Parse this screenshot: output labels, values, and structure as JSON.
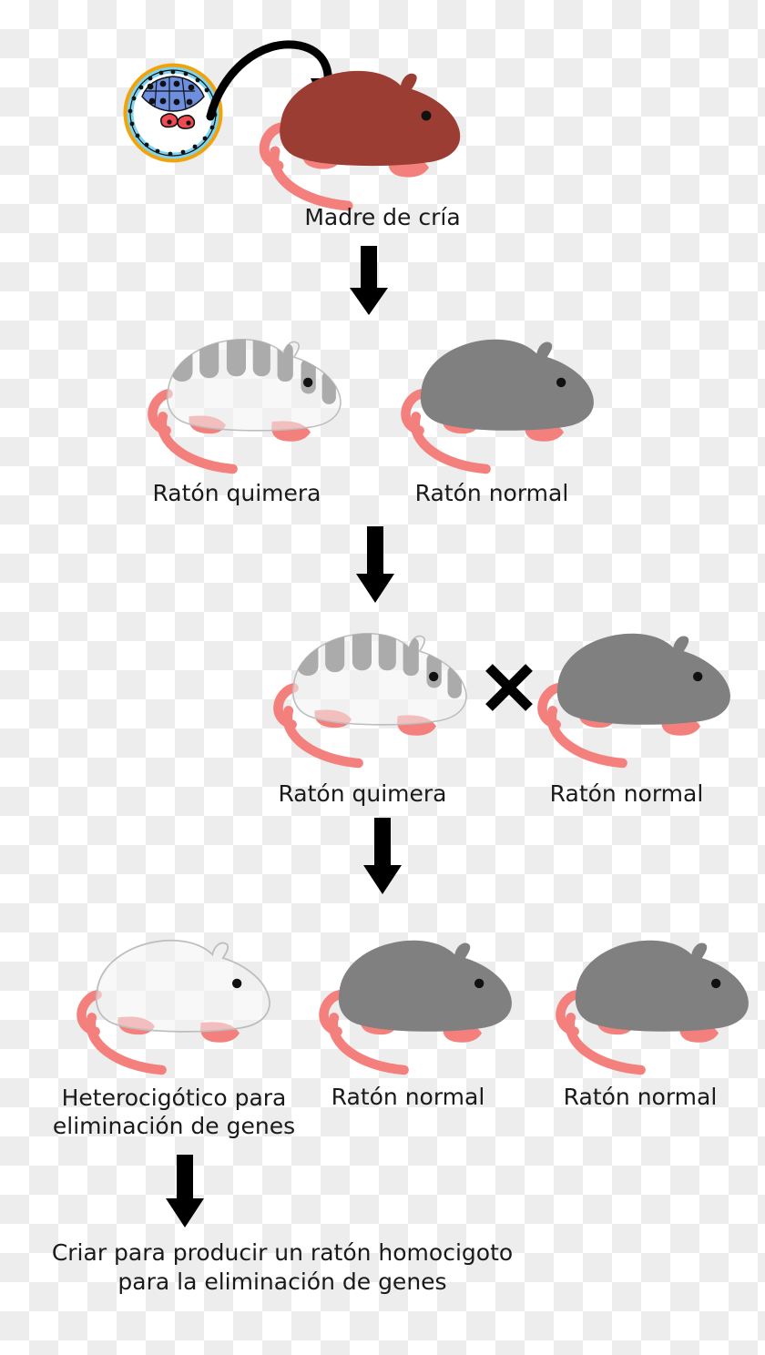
{
  "diagram": {
    "title_text_language": "es",
    "steps": [
      {
        "id": "injection",
        "label": "Madre de cría",
        "icons": [
          "blastocyst-icon",
          "curved-injection-arrow-icon",
          "brown-mouse-icon"
        ]
      },
      {
        "id": "first-generation",
        "labels": [
          "Ratón quimera",
          "Ratón normal"
        ]
      },
      {
        "id": "cross",
        "labels": [
          "Ratón quimera",
          "Ratón normal"
        ],
        "operator": "✕"
      },
      {
        "id": "offspring",
        "labels": [
          "Heterocigótico para\neliminación de genes",
          "Ratón normal",
          "Ratón normal"
        ]
      },
      {
        "id": "conclusion",
        "label": "Criar para producir un ratón homocigoto\npara la eliminación de genes"
      }
    ],
    "labels": {
      "madre_de_cria": "Madre de cría",
      "raton_quimera_1": "Ratón quimera",
      "raton_normal_1": "Ratón normal",
      "raton_quimera_2": "Ratón quimera",
      "raton_normal_2": "Ratón normal",
      "cross_symbol": "✕",
      "heterocigotico": "Heterocigótico para\neliminación de genes",
      "raton_normal_3": "Ratón normal",
      "raton_normal_4": "Ratón normal",
      "conclusion": "Criar para producir un ratón homocigoto\npara la eliminación de genes"
    },
    "colors": {
      "brown_mouse": "#9B3D33",
      "gray_mouse": "#808080",
      "chimera_body": "#F2F2F2",
      "chimera_stripe": "#ABABAB",
      "chimera_outline": "#BDBDBD",
      "tail_pink": "#F4807E",
      "blastocyst_zona": "#F0A30A",
      "blastocyst_trophoblast": "#7FD4F0",
      "blastocyst_inner_mass": "#6E8FE0",
      "blastocyst_es_cells": "#EE4B52",
      "arrow_black": "#000000",
      "text": "#1a1a1a",
      "background_checker": "#ededed"
    }
  }
}
